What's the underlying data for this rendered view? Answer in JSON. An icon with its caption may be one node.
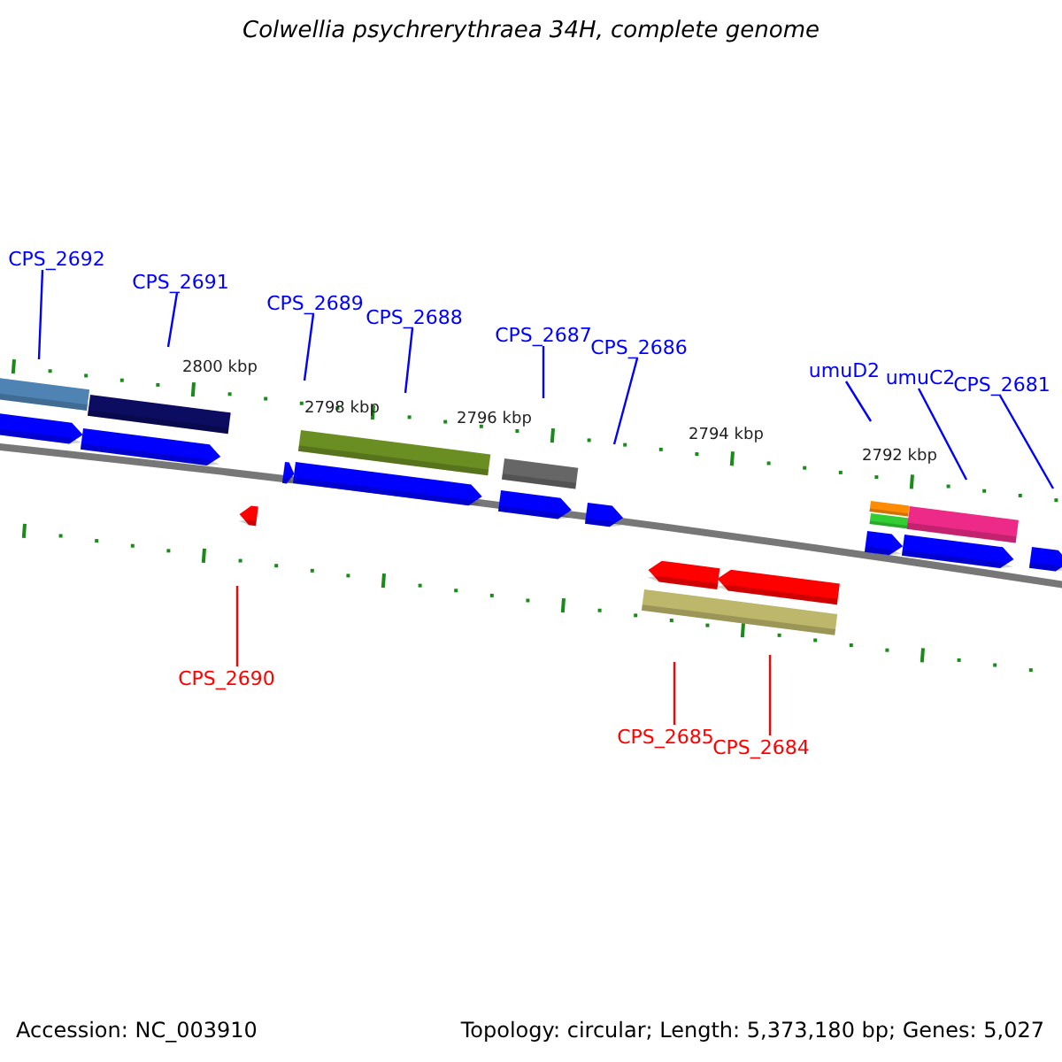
{
  "diagram": {
    "title": "Colwellia psychrerythraea 34H, complete genome",
    "nodes": [
      {
        "text": [
          "CPS_2692"
        ]
      },
      {
        "text": [
          "CPS_2691"
        ]
      },
      {
        "text": [
          "CPS_2689"
        ]
      },
      {
        "text": [
          "CPS_2688"
        ]
      },
      {
        "text": [
          "CPS_2687"
        ]
      },
      {
        "text": [
          "CPS_2686"
        ]
      },
      {
        "text": [
          "umuD2"
        ]
      },
      {
        "text": [
          "umuC2"
        ]
      },
      {
        "text": [
          "CPS_2681"
        ]
      },
      {
        "text": [
          "CPS_2690"
        ]
      },
      {
        "text": [
          "CPS_2685"
        ]
      },
      {
        "text": [
          "CPS_2684"
        ]
      }
    ],
    "edges": [
      {
        "from": 0,
        "to": null,
        "arrow": "none"
      },
      {
        "from": 1,
        "to": null,
        "arrow": "none"
      },
      {
        "from": 2,
        "to": null,
        "arrow": "none"
      },
      {
        "from": 3,
        "to": null,
        "arrow": "none"
      },
      {
        "from": 4,
        "to": null,
        "arrow": "none"
      },
      {
        "from": 5,
        "to": null,
        "arrow": "none"
      },
      {
        "from": 6,
        "to": null,
        "arrow": "none"
      },
      {
        "from": 7,
        "to": null,
        "arrow": "none"
      },
      {
        "from": 8,
        "to": null,
        "arrow": "none"
      },
      {
        "from": 9,
        "to": null,
        "arrow": "none",
        "color": "#ff0000"
      },
      {
        "from": 10,
        "to": null,
        "arrow": "none",
        "color": "#ff0000"
      },
      {
        "from": 11,
        "to": null,
        "arrow": "none",
        "color": "#ff0000"
      }
    ],
    "labels": [
      "2800 kbp",
      "2798 kbp",
      "2796 kbp",
      "2794 kbp",
      "2792 kbp",
      "Accession: NC_003910",
      "Topology: circular; Length: 5,373,180 bp; Genes: 5,027"
    ]
  }
}
